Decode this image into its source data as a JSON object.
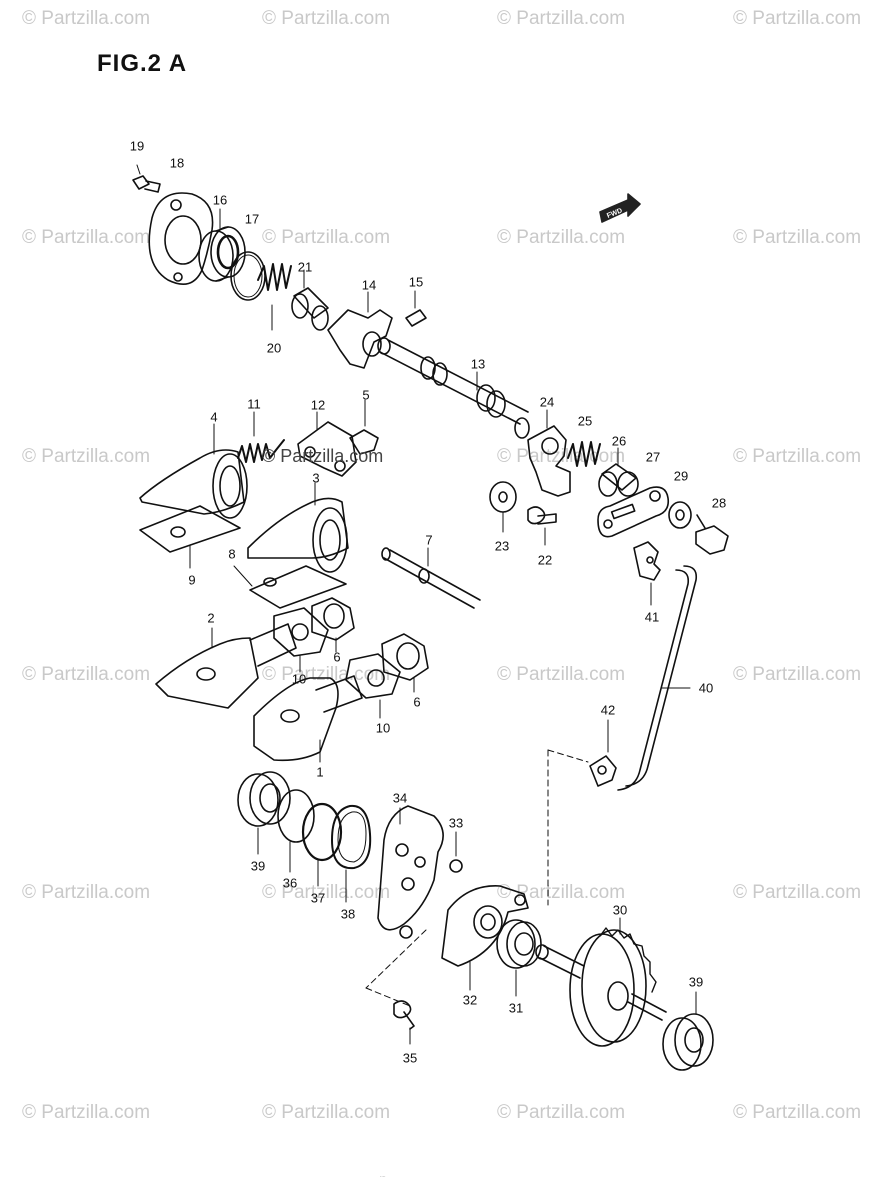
{
  "figure": {
    "title": "FIG.2 A",
    "fwd_label": "FWD"
  },
  "watermark": {
    "text": "© Partzilla.com",
    "overlay_text": "© Partzilla.com"
  },
  "footer": {
    "fine_print": "...."
  },
  "callouts": [
    {
      "id": "c19",
      "label": "19"
    },
    {
      "id": "c18",
      "label": "18"
    },
    {
      "id": "c16",
      "label": "16"
    },
    {
      "id": "c17",
      "label": "17"
    },
    {
      "id": "c21",
      "label": "21"
    },
    {
      "id": "c15",
      "label": "15"
    },
    {
      "id": "c14",
      "label": "14"
    },
    {
      "id": "c20",
      "label": "20"
    },
    {
      "id": "c13",
      "label": "13"
    },
    {
      "id": "c11",
      "label": "11"
    },
    {
      "id": "c12",
      "label": "12"
    },
    {
      "id": "c5",
      "label": "5"
    },
    {
      "id": "c4",
      "label": "4"
    },
    {
      "id": "c3",
      "label": "3"
    },
    {
      "id": "c24",
      "label": "24"
    },
    {
      "id": "c25",
      "label": "25"
    },
    {
      "id": "c26",
      "label": "26"
    },
    {
      "id": "c27",
      "label": "27"
    },
    {
      "id": "c29",
      "label": "29"
    },
    {
      "id": "c28",
      "label": "28"
    },
    {
      "id": "c23",
      "label": "23"
    },
    {
      "id": "c22",
      "label": "22"
    },
    {
      "id": "c9",
      "label": "9"
    },
    {
      "id": "c8",
      "label": "8"
    },
    {
      "id": "c7",
      "label": "7"
    },
    {
      "id": "c41",
      "label": "41"
    },
    {
      "id": "c2",
      "label": "2"
    },
    {
      "id": "c6a",
      "label": "6"
    },
    {
      "id": "c10a",
      "label": "10"
    },
    {
      "id": "c6b",
      "label": "6"
    },
    {
      "id": "c10b",
      "label": "10"
    },
    {
      "id": "c40",
      "label": "40"
    },
    {
      "id": "c42",
      "label": "42"
    },
    {
      "id": "c1",
      "label": "1"
    },
    {
      "id": "c34",
      "label": "34"
    },
    {
      "id": "c33",
      "label": "33"
    },
    {
      "id": "c39a",
      "label": "39"
    },
    {
      "id": "c36",
      "label": "36"
    },
    {
      "id": "c37",
      "label": "37"
    },
    {
      "id": "c38",
      "label": "38"
    },
    {
      "id": "c30",
      "label": "30"
    },
    {
      "id": "c39b",
      "label": "39"
    },
    {
      "id": "c32",
      "label": "32"
    },
    {
      "id": "c31",
      "label": "31"
    },
    {
      "id": "c35",
      "label": "35"
    }
  ]
}
